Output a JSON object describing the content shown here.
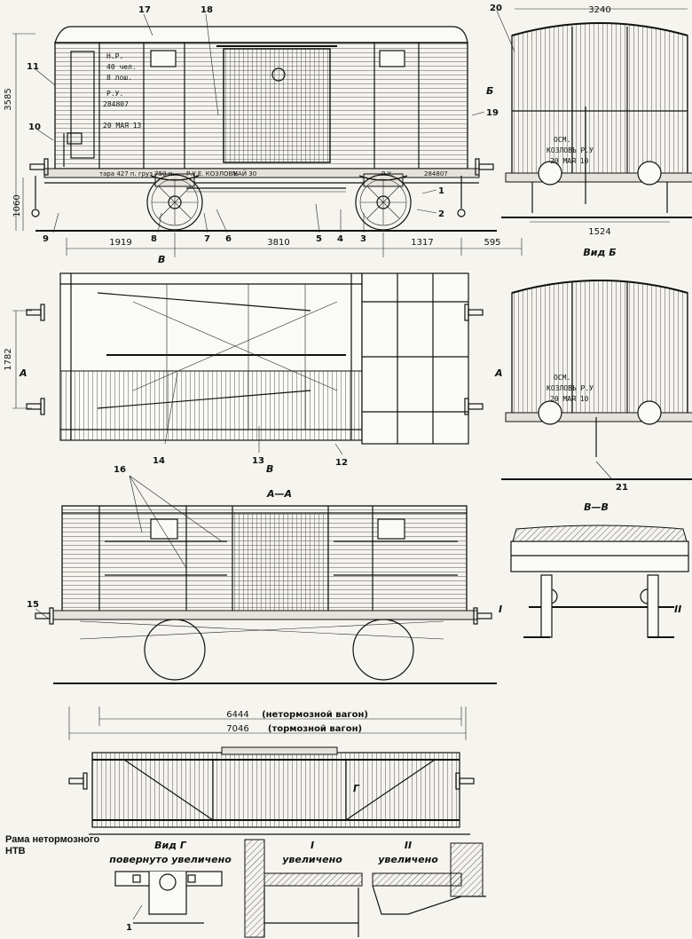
{
  "dimensions": {
    "height_total": "3585",
    "height_frame": "1060",
    "end_width": "3240",
    "overhang_left": "1919",
    "wheelbase": "3810",
    "overhang_right": "1317",
    "buffer": "595",
    "gauge": "1524",
    "frame_width": "1782",
    "len_unbraked": "6444",
    "len_braked": "7046"
  },
  "length_notes": {
    "unbraked": "(нетормозной вагон)",
    "braked": "(тормозной вагон)"
  },
  "part_numbers": [
    "1",
    "2",
    "3",
    "4",
    "5",
    "6",
    "7",
    "8",
    "9",
    "10",
    "11",
    "12",
    "13",
    "14",
    "15",
    "16",
    "17",
    "18",
    "19",
    "20",
    "21"
  ],
  "view_labels": {
    "view_b": "Вид Б",
    "arrow_b": "Б",
    "section_aa": "А—А",
    "section_vv": "В—В",
    "arrow_a": "А",
    "arrow_v": "В",
    "view_g": "Вид Г",
    "arrow_g": "Г",
    "detail_1": "I",
    "detail_2": "II"
  },
  "detail_notes": {
    "rotated_enlarged": "повернуто увеличено",
    "enlarged": "увеличено"
  },
  "frame_caption": "Рама нетормозного НТВ",
  "car_markings": {
    "side": {
      "top": "Н.Р.",
      "capacity1": "40 чел.",
      "capacity2": "8 лош.",
      "road": "Р.У.",
      "number": "284807",
      "date": "20 МАЯ 13",
      "sill_left": "тара 427 п. груз 750 п.",
      "sill_mid": "Р.У.Е. КОЗЛОВЪ",
      "sill_right": "МАЙ 30",
      "sill_road": "Р.У.",
      "sill_number": "284807"
    },
    "end": {
      "line1": "ОСМ.",
      "line2": "КОЗЛОВЪ Р.У",
      "line3": "20 МАЯ 10"
    }
  }
}
